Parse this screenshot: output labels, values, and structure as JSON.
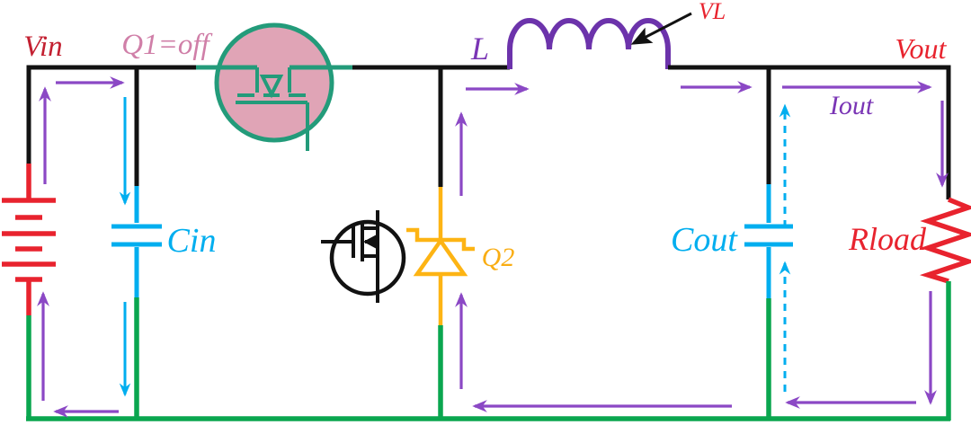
{
  "diagram": {
    "kind": "circuit-schematic",
    "labels": {
      "vin": "Vin",
      "q1_state": "Q1=off",
      "cin": "Cin",
      "inductor": "L",
      "inductor_voltage": "VL",
      "q2": "Q2",
      "cout": "Cout",
      "vout": "Vout",
      "iout": "Iout",
      "rload": "Rload"
    },
    "components": [
      {
        "name": "battery-vin",
        "symbol": "battery-cells"
      },
      {
        "name": "input-capacitor",
        "symbol": "capacitor-plates",
        "label": "Cin"
      },
      {
        "name": "high-side-switch",
        "symbol": "mosfet-in-circle",
        "label": "Q1=off"
      },
      {
        "name": "low-side-mosfet",
        "symbol": "mosfet-in-circle",
        "label": "Q2"
      },
      {
        "name": "low-side-body-diode",
        "symbol": "schottky-diode",
        "label": "Q2"
      },
      {
        "name": "inductor",
        "symbol": "inductor-coil",
        "label": "L"
      },
      {
        "name": "output-capacitor",
        "symbol": "capacitor-plates",
        "label": "Cout"
      },
      {
        "name": "load-resistor",
        "symbol": "resistor-zigzag",
        "label": "Rload"
      }
    ],
    "colors": {
      "wire": "#121212",
      "green": "#0aa64f",
      "cyan": "#00aeef",
      "amber": "#fdb414",
      "amber_text": "#f9ad13",
      "red": "#e8232e",
      "vin_red": "#c32031",
      "pink_text": "#d07fa8",
      "teal": "#239b7a",
      "pink_fill": "#e0a4b6",
      "purple_arrow": "#8b48c5",
      "purple_coil": "#6c33ab",
      "purple_text": "#7a35b5"
    }
  }
}
